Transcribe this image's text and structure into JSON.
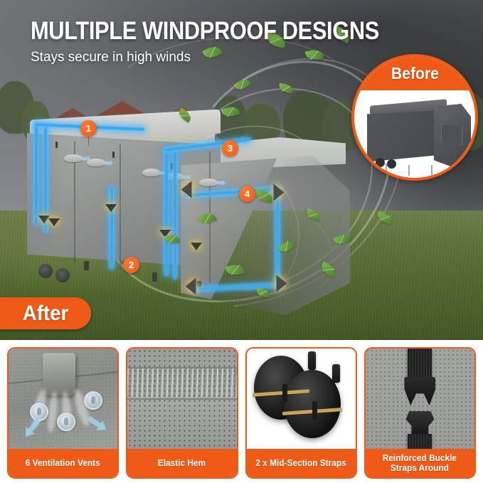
{
  "hero": {
    "headline": "MULTIPLE WINDPROOF DESIGNS",
    "subheadline": "Stays secure in high winds",
    "before_label": "Before",
    "after_label": "After",
    "markers": [
      {
        "number": "1"
      },
      {
        "number": "2"
      },
      {
        "number": "3"
      },
      {
        "number": "4"
      }
    ]
  },
  "features": [
    {
      "caption": "6 Ventilation Vents",
      "icon": "vent-icon"
    },
    {
      "caption": "Elastic Hem",
      "icon": "fabric-icon"
    },
    {
      "caption": "2 x Mid-Section Straps",
      "icon": "strap-coil-icon"
    },
    {
      "caption": "Reinforced Buckle\nStraps Around",
      "icon": "buckle-icon"
    }
  ],
  "colors": {
    "accent_orange": "#EF5A17",
    "strap_blue": "#39A9F0",
    "stake_glow": "#FFD646",
    "headline_white": "#FFFFFF",
    "cover_gray": "#92958F"
  }
}
